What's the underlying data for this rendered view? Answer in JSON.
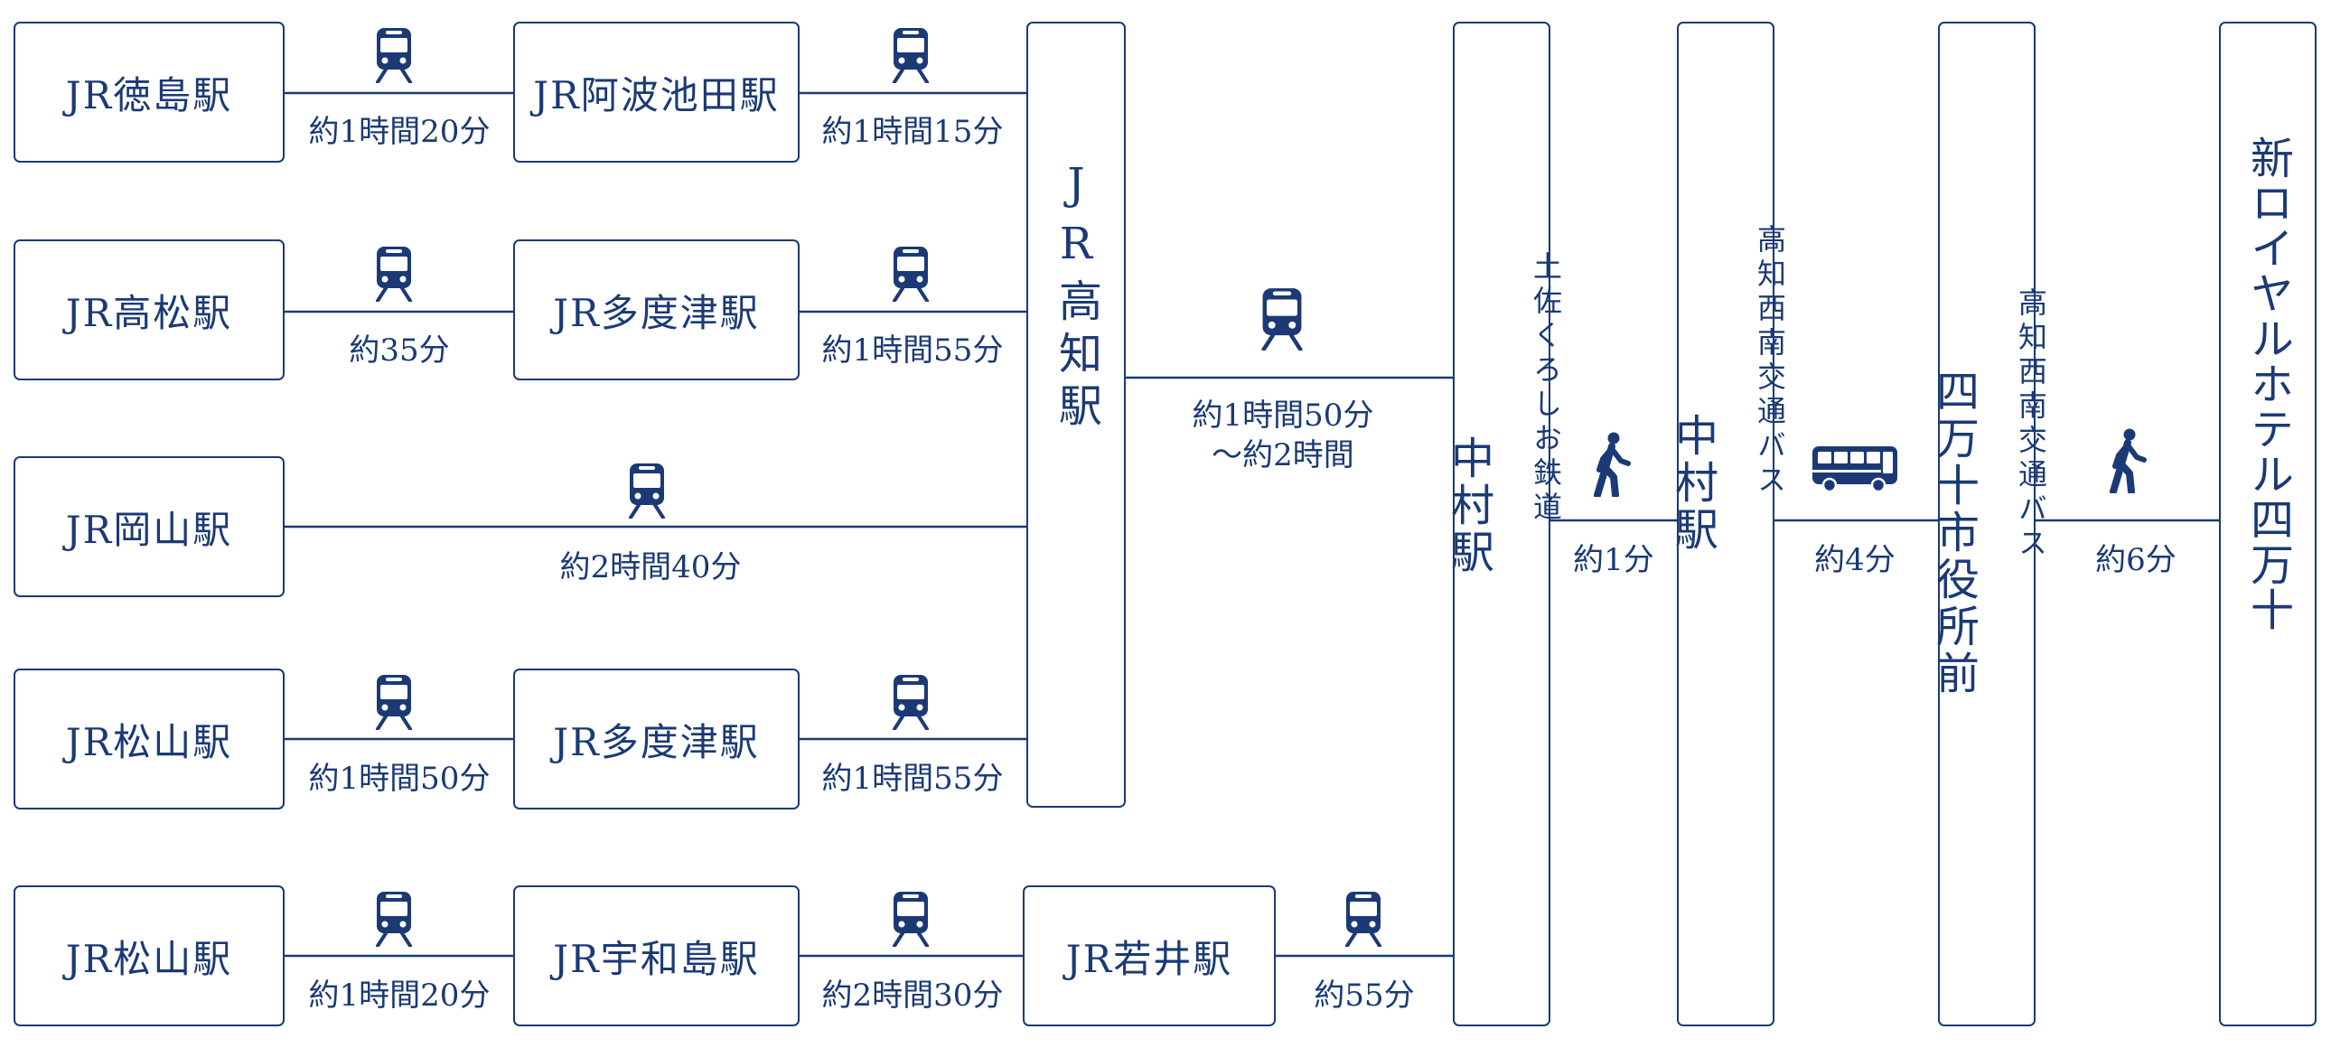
{
  "colors": {
    "primary": "#1b3a75",
    "background": "#ffffff"
  },
  "icons": {
    "train": "train-icon",
    "walk": "walking-person-icon",
    "bus": "bus-icon"
  },
  "rows": [
    {
      "origin": "JR徳島駅",
      "leg1_time": "約1時間20分",
      "transfer": "JR阿波池田駅",
      "leg2_time": "約1時間15分"
    },
    {
      "origin": "JR高松駅",
      "leg1_time": "約35分",
      "transfer": "JR多度津駅",
      "leg2_time": "約1時間55分"
    },
    {
      "origin": "JR岡山駅",
      "leg1_time": "約2時間40分"
    },
    {
      "origin": "JR松山駅",
      "leg1_time": "約1時間50分",
      "transfer": "JR多度津駅",
      "leg2_time": "約1時間55分"
    },
    {
      "origin": "JR松山駅",
      "leg1_time": "約1時間20分",
      "transfer": "JR宇和島駅",
      "leg2_time": "約2時間30分",
      "transfer2": "JR若井駅",
      "leg3_time": "約55分"
    }
  ],
  "hub": {
    "label": "JR高知駅",
    "time_line1": "約1時間50分",
    "time_line2": "～約2時間"
  },
  "nakamura_tosa": {
    "line": "土佐くろしお鉄道",
    "station": "中村駅"
  },
  "walk1_time": "約1分",
  "nakamura_bus": {
    "line": "高知西南交通バス",
    "station": "中村駅"
  },
  "bus_time": "約4分",
  "shimanto_stop": {
    "line": "高知西南交通バス",
    "station": "四万十市役所前"
  },
  "walk2_time": "約6分",
  "hotel": {
    "label": "新ロイヤルホテル四万十"
  }
}
